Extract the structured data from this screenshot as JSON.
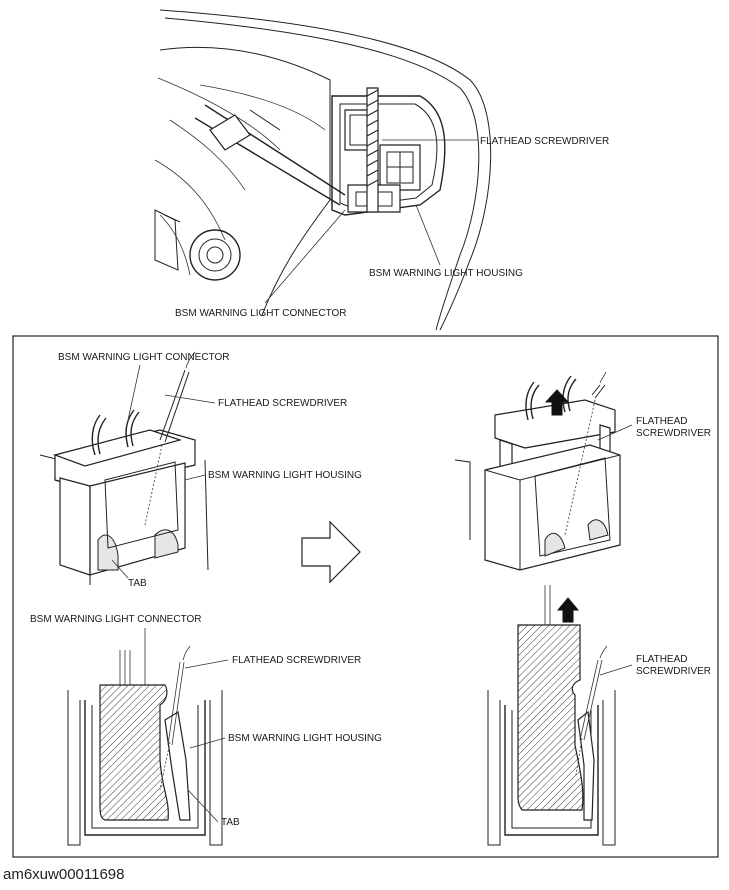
{
  "labels": {
    "top_screwdriver": "FLATHEAD SCREWDRIVER",
    "top_housing": "BSM WARNING LIGHT HOUSING",
    "top_connector": "BSM WARNING LIGHT CONNECTOR",
    "box_connector_upper": "BSM WARNING LIGHT CONNECTOR",
    "box_screwdriver_upper": "FLATHEAD SCREWDRIVER",
    "box_housing_upper": "BSM WARNING LIGHT HOUSING",
    "box_tab_upper": "TAB",
    "right_screwdriver_upper_l1": "FLATHEAD",
    "right_screwdriver_upper_l2": "SCREWDRIVER",
    "box_connector_lower": "BSM WARNING LIGHT CONNECTOR",
    "box_screwdriver_lower": "FLATHEAD SCREWDRIVER",
    "box_housing_lower": "BSM WARNING LIGHT HOUSING",
    "box_tab_lower": "TAB",
    "right_screwdriver_lower_l1": "FLATHEAD",
    "right_screwdriver_lower_l2": "SCREWDRIVER"
  },
  "caption": "am6xuw00011698",
  "icons": {
    "arrow": "hollow-right-arrow-icon",
    "up_arrow": "solid-up-arrow-icon"
  }
}
